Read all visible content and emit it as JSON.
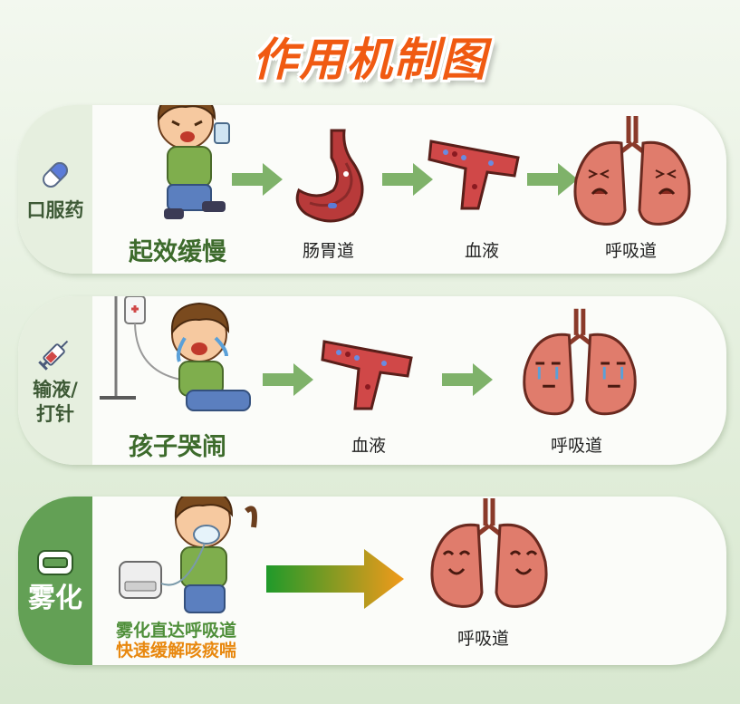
{
  "title": "作用机制图",
  "colors": {
    "title": "#f05a12",
    "accent_green": "#63a055",
    "arrow_green": "#7fb26a",
    "arrow_orange": "#f29a1a",
    "lung": "#e07c6c",
    "blood": "#c8323a"
  },
  "rows": [
    {
      "label": "口服药",
      "icon": "pill-icon",
      "caption": "起效缓慢",
      "stages": [
        "肠胃道",
        "血液",
        "呼吸道"
      ]
    },
    {
      "label_line1": "输液/",
      "label_line2": "打针",
      "icon": "syringe-icon",
      "caption": "孩子哭闹",
      "stages": [
        "血液",
        "呼吸道"
      ]
    },
    {
      "label": "雾化",
      "icon": "nebulizer-icon",
      "caption_line1": "雾化直达呼吸道",
      "caption_line2": "快速缓解咳痰喘",
      "stages": [
        "呼吸道"
      ]
    }
  ]
}
